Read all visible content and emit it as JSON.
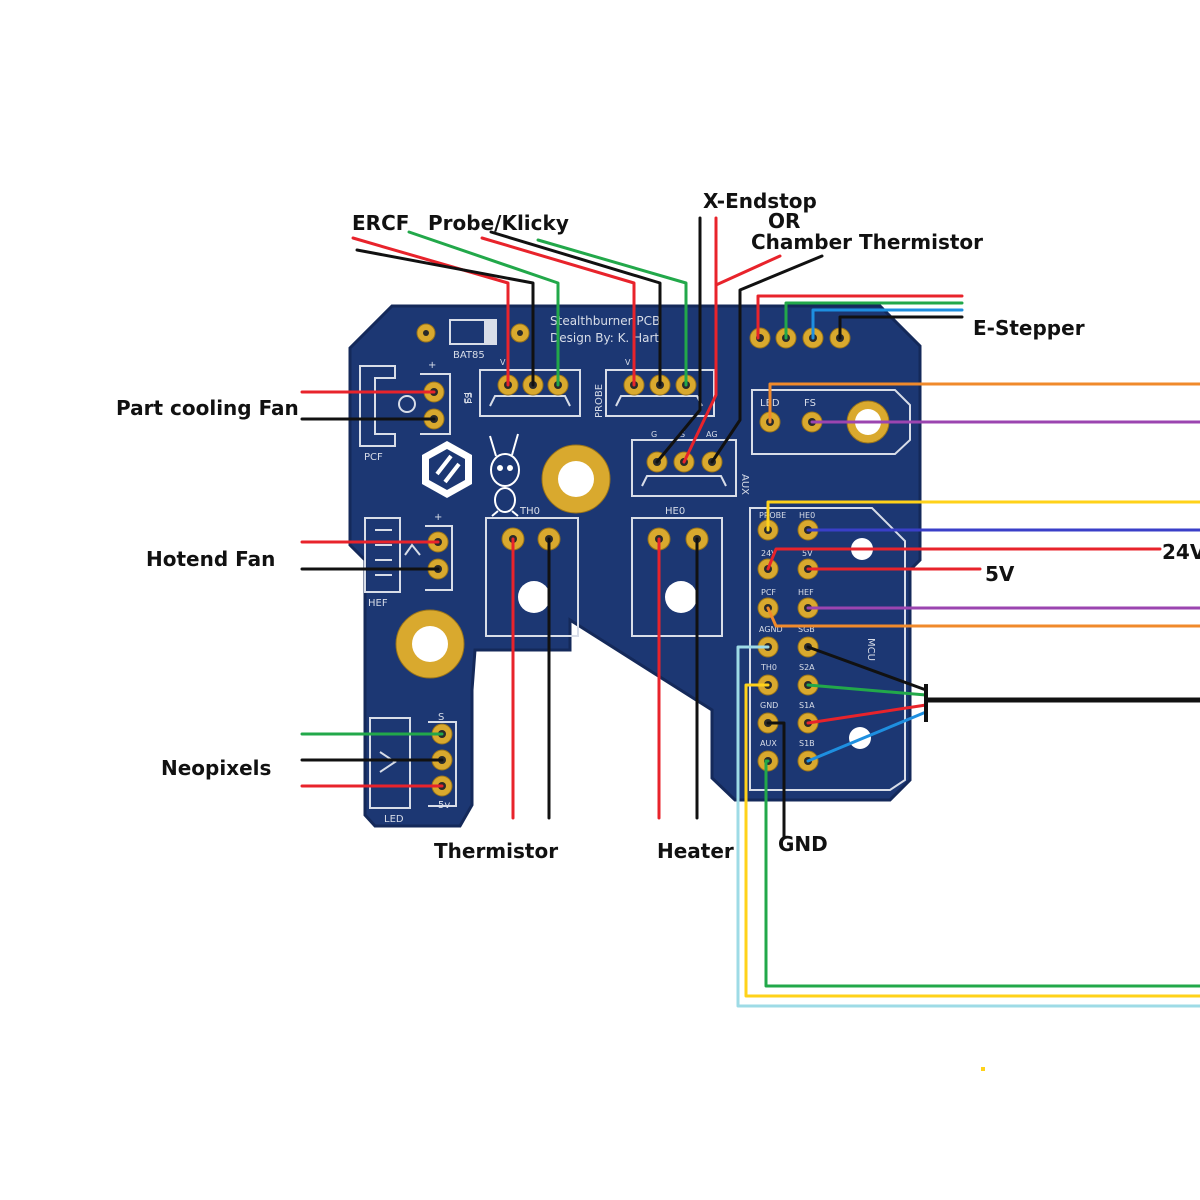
{
  "labels": {
    "ercf": "ERCF",
    "probe_klicky": "Probe/Klicky",
    "x_endstop": "X-Endstop",
    "or": "OR",
    "chamber_thermistor": "Chamber Thermistor",
    "e_stepper": "E-Stepper",
    "part_cooling_fan": "Part cooling Fan",
    "hotend_fan": "Hotend Fan",
    "neopixels": "Neopixels",
    "thermistor": "Thermistor",
    "heater": "Heater",
    "gnd": "GND",
    "v24": "24V",
    "v5": "5V"
  },
  "board": {
    "title": "Stealthburner PCB",
    "designer": "Design By: K. Hart",
    "silk": {
      "bat85": "BAT85",
      "fs": "FS",
      "probe": "PROBE",
      "aux": "AUX",
      "g": "G",
      "s": "S",
      "ag": "AG",
      "v": "V",
      "pcf": "PCF",
      "hef": "HEF",
      "th0": "TH0",
      "he0": "HE0",
      "led": "LED",
      "mcu": "MCU",
      "plus": "+",
      "five_v": "5v",
      "led_pin": "LED",
      "fs_pin": "FS"
    },
    "mcu_pins": {
      "left": [
        "PROBE",
        "24V",
        "PCF",
        "AGND",
        "TH0",
        "GND",
        "AUX"
      ],
      "right": [
        "HE0",
        "5V",
        "HEF",
        "SGB",
        "S2A",
        "S1A",
        "S1B"
      ]
    }
  },
  "colors": {
    "board": "#1c3773",
    "board_edge": "#14295a",
    "pad": "#d9a92e",
    "red": "#e8232b",
    "black": "#111111",
    "green": "#22a84a",
    "blue": "#1e8fe0",
    "orange": "#f08a2b",
    "purple": "#9b45b0",
    "yellow": "#ffd21a",
    "light_blue": "#9edbe6",
    "indigo": "#3a3fc8"
  }
}
